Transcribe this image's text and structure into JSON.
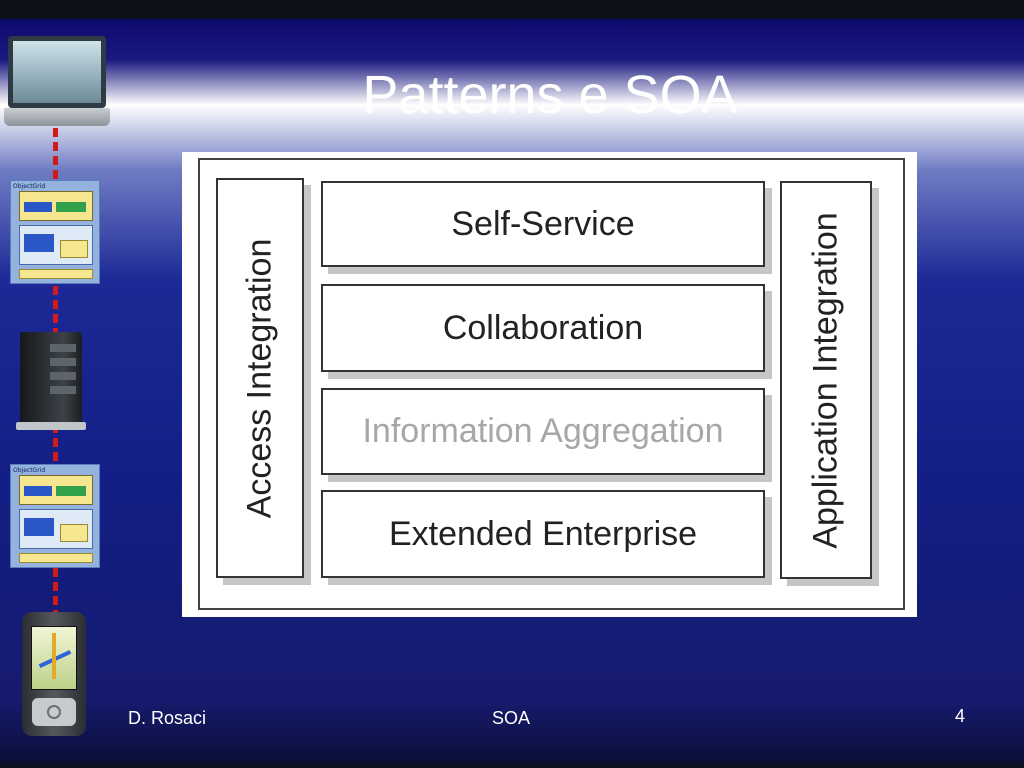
{
  "slide": {
    "title": "Patterns e SOA"
  },
  "sidebar": {
    "icons": [
      "laptop-icon",
      "object-grid-schema-icon",
      "server-icon",
      "object-grid-schema-icon",
      "smartphone-icon"
    ],
    "schema_header": "ObjectGrid"
  },
  "diagram": {
    "left_bar": "Access Integration",
    "right_bar": "Application Integration",
    "rows": [
      "Self-Service",
      "Collaboration",
      "Information Aggregation",
      "Extended Enterprise"
    ]
  },
  "footer": {
    "author": "D. Rosaci",
    "topic": "SOA",
    "page_number": "4"
  },
  "colors": {
    "background_dark": "#131e86",
    "dash_red": "#d11a1a",
    "faded_text": "#a7a7a7"
  }
}
